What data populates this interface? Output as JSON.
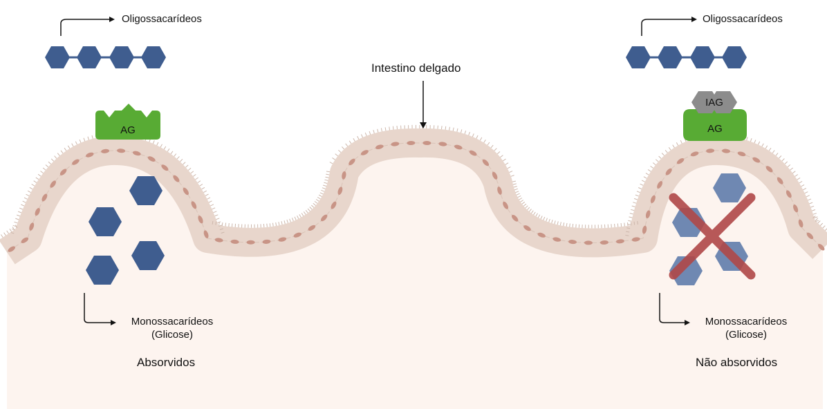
{
  "top_left": {
    "label": "Oligossacarídeos"
  },
  "top_right": {
    "label": "Oligossacarídeos"
  },
  "center": {
    "label": "Intestino delgado"
  },
  "enzyme_left": {
    "label": "AG"
  },
  "enzyme_right": {
    "label": "AG",
    "inhibitor_label": "IAG"
  },
  "bottom_left": {
    "line1": "Monossacarídeos",
    "line2": "(Glicose)",
    "status": "Absorvidos"
  },
  "bottom_right": {
    "line1": "Monossacarídeos",
    "line2": "(Glicose)",
    "status": "Não absorvidos"
  },
  "colors": {
    "sugar": "#3f5d8f",
    "sugar_faded": "#6f88b2",
    "enzyme": "#58ab34",
    "inhibitor": "#8c8c8c",
    "cell_fill": "#eadbd2",
    "cell_nucleus": "#c89486",
    "lumen": "#fdf4ef",
    "cross": "#b04848"
  },
  "icons": [
    "hexagon-sugar-icon",
    "arrow-icon",
    "cross-icon"
  ]
}
